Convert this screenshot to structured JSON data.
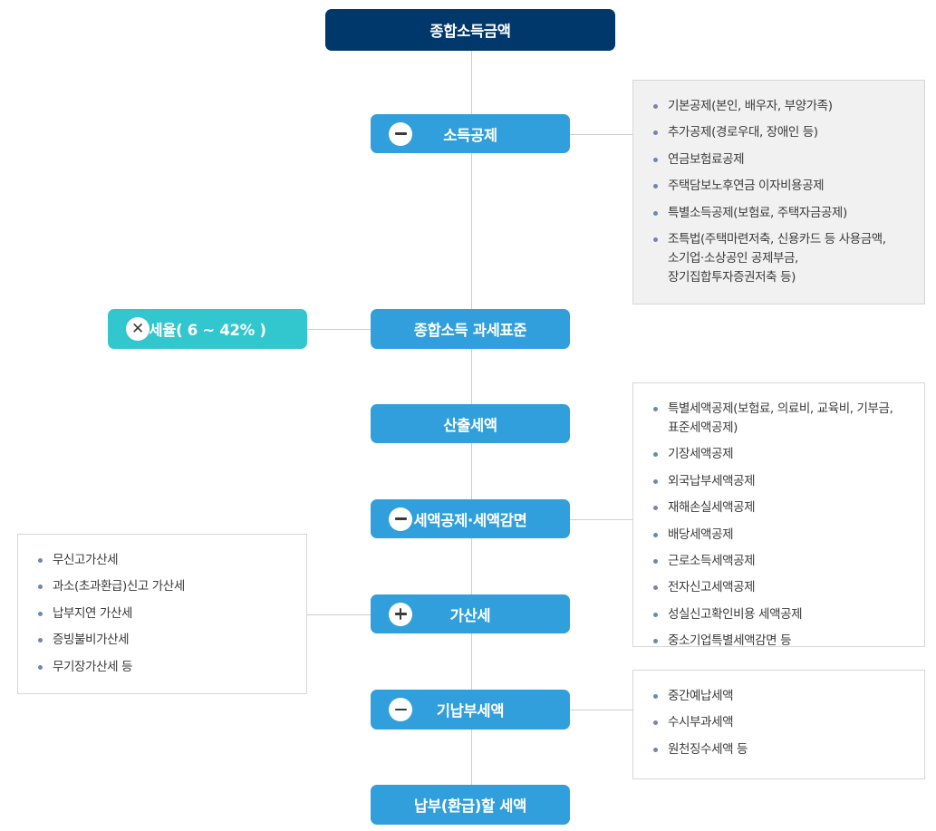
{
  "colors": {
    "header_navy": "#00386c",
    "node_blue": "#309fdb",
    "rate_teal": "#32c6cf",
    "connector_gray": "#cdcdcd",
    "listbox_border": "#d6d6d6",
    "listbox_shaded_fill": "#f1f1f1",
    "bullet": "#6d87b5",
    "list_text": "#3a3a3a"
  },
  "nodes": {
    "gross_income": {
      "label": "종합소득금액",
      "operator": "none",
      "operator_icon": ""
    },
    "income_deduction": {
      "label": "소득공제",
      "operator": "minus",
      "operator_icon": "minus-circle-icon"
    },
    "tax_rate": {
      "label": "세율( 6 ~ 42% )",
      "operator": "multiply",
      "operator_icon": "multiply-circle-icon"
    },
    "tax_base": {
      "label": "종합소득 과세표준",
      "operator": "none",
      "operator_icon": ""
    },
    "calculated_tax": {
      "label": "산출세액",
      "operator": "none",
      "operator_icon": ""
    },
    "tax_credit": {
      "label": "세액공제·세액감면",
      "operator": "minus",
      "operator_icon": "minus-circle-icon"
    },
    "penalty_tax": {
      "label": "가산세",
      "operator": "plus",
      "operator_icon": "plus-circle-icon"
    },
    "prepaid_tax": {
      "label": "기납부세액",
      "operator": "minus",
      "operator_icon": "minus-circle-icon"
    },
    "final_tax": {
      "label": "납부(환급)할 세액",
      "operator": "none",
      "operator_icon": ""
    }
  },
  "detail_lists": {
    "income_deduction_items": [
      {
        "lines": [
          "기본공제(본인, 배우자, 부양가족)"
        ]
      },
      {
        "lines": [
          "추가공제(경로우대, 장애인 등)"
        ]
      },
      {
        "lines": [
          "연금보험료공제"
        ]
      },
      {
        "lines": [
          "주택담보노후연금 이자비용공제"
        ]
      },
      {
        "lines": [
          "특별소득공제(보험료, 주택자금공제)"
        ]
      },
      {
        "lines": [
          "조특법(주택마련저축, 신용카드 등 사용금액,",
          "소기업·소상공인 공제부금,",
          "장기집합투자증권저축 등)"
        ]
      }
    ],
    "tax_credit_items": [
      {
        "lines": [
          "특별세액공제(보험료, 의료비, 교육비, 기부금,",
          "표준세액공제)"
        ]
      },
      {
        "lines": [
          "기장세액공제"
        ]
      },
      {
        "lines": [
          "외국납부세액공제"
        ]
      },
      {
        "lines": [
          "재해손실세액공제"
        ]
      },
      {
        "lines": [
          "배당세액공제"
        ]
      },
      {
        "lines": [
          "근로소득세액공제"
        ]
      },
      {
        "lines": [
          "전자신고세액공제"
        ]
      },
      {
        "lines": [
          "성실신고확인비용 세액공제"
        ]
      },
      {
        "lines": [
          "중소기업특별세액감면 등"
        ]
      }
    ],
    "penalty_tax_items": [
      {
        "lines": [
          "무신고가산세"
        ]
      },
      {
        "lines": [
          "과소(초과환급)신고 가산세"
        ]
      },
      {
        "lines": [
          "납부지연 가산세"
        ]
      },
      {
        "lines": [
          "증빙불비가산세"
        ]
      },
      {
        "lines": [
          "무기장가산세 등"
        ]
      }
    ],
    "prepaid_tax_items": [
      {
        "lines": [
          "중간예납세액"
        ]
      },
      {
        "lines": [
          "수시부과세액"
        ]
      },
      {
        "lines": [
          "원천징수세액 등"
        ]
      }
    ]
  }
}
